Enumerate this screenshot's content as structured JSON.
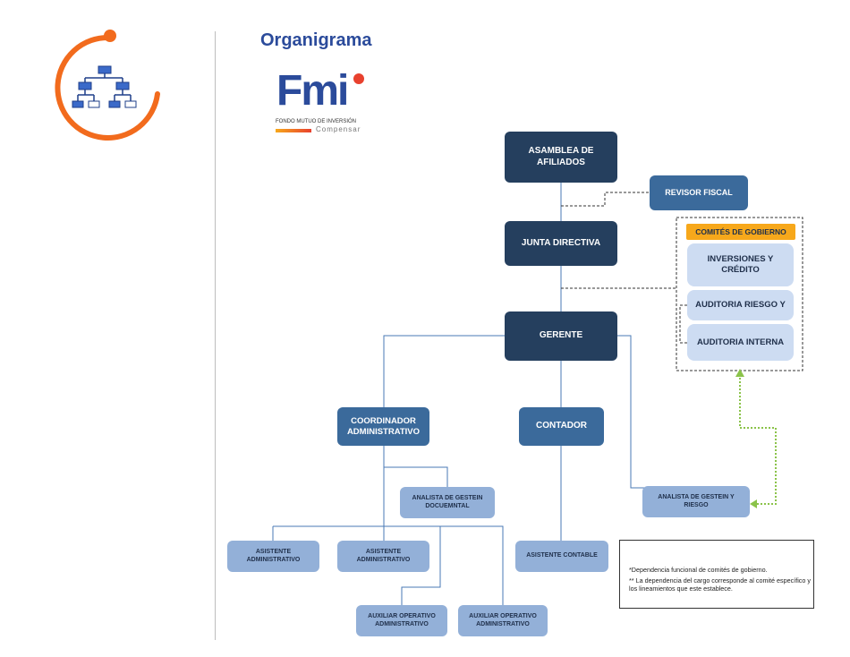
{
  "header": {
    "title": "Organigrama",
    "logo_word": "Fmi",
    "logo_caption": "FONDO MUTUO DE INVERSIÓN",
    "logo_brand": "Compensar"
  },
  "colors": {
    "accent_orange": "#f26b1d",
    "title_blue": "#2b4b9b",
    "box_dark": "#253f5e",
    "box_mid": "#3b6a9b",
    "box_light": "#93b0d8",
    "box_pale": "#cddcf2",
    "committee_header": "#f7a81b",
    "functional_line": "#8bc34a"
  },
  "icons": {
    "section_icon": "org-chart-icon"
  },
  "nodes": {
    "asamblea": "ASAMBLEA DE AFILIADOS",
    "revisor": "REVISOR FISCAL",
    "junta": "JUNTA DIRECTIVA",
    "comites_header": "COMITÉS DE GOBIERNO",
    "comite_inversiones": "INVERSIONES Y CRÉDITO",
    "comite_riesgo": "AUDITORIA RIESGO Y",
    "comite_auditoria": "AUDITORIA INTERNA",
    "gerente": "GERENTE",
    "coordinador": "COORDINADOR ADMINISTRATIVO",
    "contador": "CONTADOR",
    "analista_documental": "ANALISTA DE GESTEIN DOCUEMNTAL",
    "analista_riesgo": "ANALISTA DE GESTEIN Y RIESGO",
    "asistente_adm_1": "ASISTENTE ADMINISTRATIVO",
    "asistente_adm_2": "ASISTENTE ADMINISTRATIVO",
    "asistente_contable": "ASISTENTE CONTABLE",
    "auxiliar_1": "AUXILIAR OPERATIVO ADMINISTRATIVO",
    "auxiliar_2": "AUXILIAR OPERATIVO ADMINISTRATIVO"
  },
  "legend": {
    "note_1": "*Dependencia funcional de comités de gobierno.",
    "note_2": "** La dependencia del cargo corresponde al comité específico y los lineamientos que este establece."
  }
}
